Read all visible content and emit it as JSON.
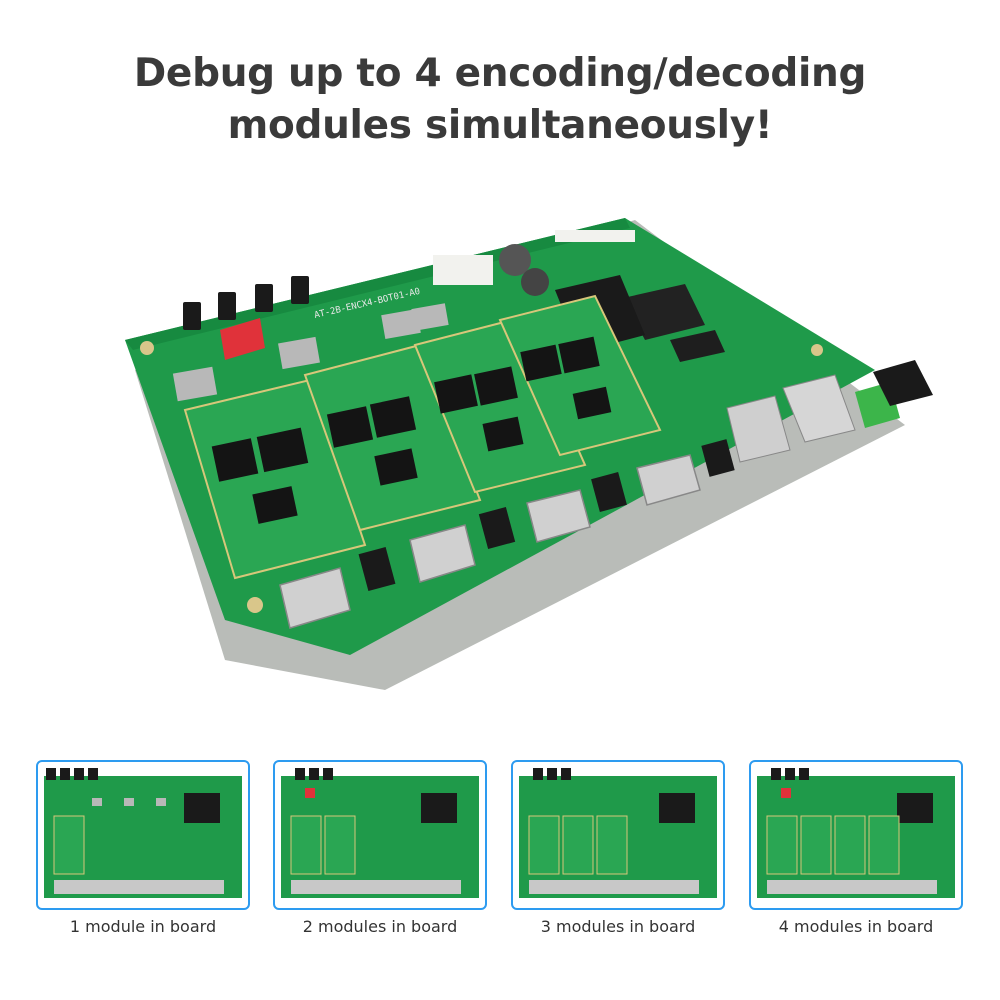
{
  "headline": {
    "line1": "Debug up to 4 encoding/decoding",
    "line2": "modules simultaneously!"
  },
  "board_silkscreen": "AT-2B-ENCX4-BOT01-A0",
  "thumbnails": [
    {
      "caption": "1 module in board",
      "modules": 1
    },
    {
      "caption": "2 modules in board",
      "modules": 2
    },
    {
      "caption": "3 modules in board",
      "modules": 3
    },
    {
      "caption": "4 modules in board",
      "modules": 4
    }
  ],
  "colors": {
    "headline_text": "#3a3a3a",
    "pcb_green": "#1f9a4a",
    "module_green": "#2aa653",
    "card_border": "#2d9bf0",
    "dip_switch": "#e0323a",
    "terminal_block": "#3cb54a"
  }
}
